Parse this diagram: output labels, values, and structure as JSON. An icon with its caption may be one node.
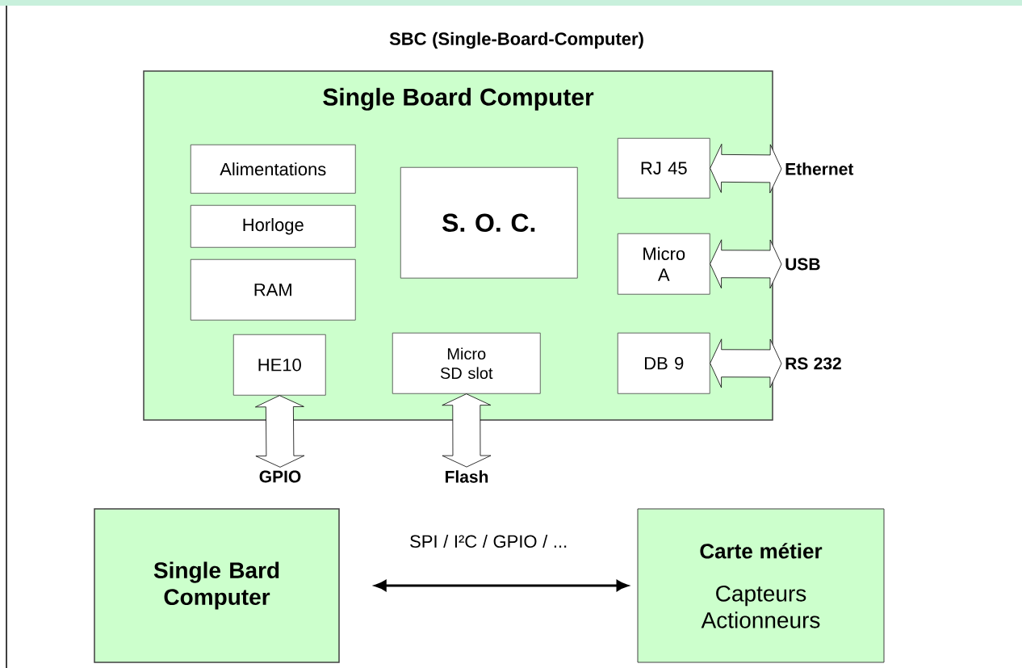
{
  "diagram": {
    "title": "SBC (Single-Board-Computer)",
    "nodes": [
      {
        "text": [
          "Single Board Computer"
        ]
      },
      {
        "text": [
          "Alimentations"
        ],
        "in": 0
      },
      {
        "text": [
          "Horloge"
        ],
        "in": 0
      },
      {
        "text": [
          "RAM"
        ],
        "in": 0
      },
      {
        "text": [
          "S. O. C."
        ],
        "in": 0
      },
      {
        "text": [
          "RJ 45"
        ],
        "in": 0
      },
      {
        "text": [
          "Micro A"
        ],
        "in": 0
      },
      {
        "text": [
          "DB 9"
        ],
        "in": 0
      },
      {
        "text": [
          "HE10"
        ],
        "in": 0
      },
      {
        "text": [
          "Micro SD slot"
        ],
        "in": 0
      },
      {
        "text": [
          "Ethernet"
        ]
      },
      {
        "text": [
          "USB"
        ]
      },
      {
        "text": [
          "RS 232"
        ]
      },
      {
        "text": [
          "GPIO"
        ]
      },
      {
        "text": [
          "Flash"
        ]
      },
      {
        "text": [
          "Single Bard Computer"
        ]
      },
      {
        "text": [
          "Carte métier",
          "Capteurs Actionneurs"
        ]
      }
    ],
    "edges": [
      {
        "from": 5,
        "to": 10,
        "arrow": "both"
      },
      {
        "from": 6,
        "to": 11,
        "arrow": "both"
      },
      {
        "from": 7,
        "to": 12,
        "arrow": "both"
      },
      {
        "from": 8,
        "to": 13,
        "arrow": "both"
      },
      {
        "from": 9,
        "to": 14,
        "arrow": "both"
      },
      {
        "from": 15,
        "to": 16,
        "arrow": "both",
        "label": "SPI / I²C / GPIO / ..."
      }
    ]
  }
}
